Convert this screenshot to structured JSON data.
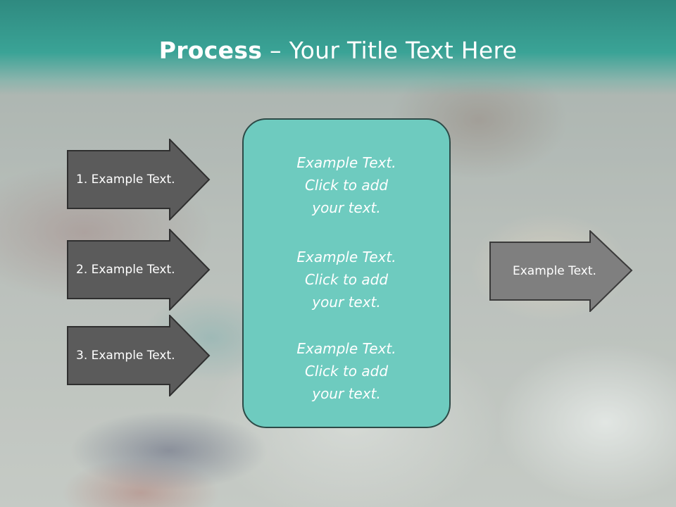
{
  "slide": {
    "title_bold": "Process",
    "title_rest": " – Your Title Text Here"
  },
  "left_arrows": [
    {
      "label": "1. Example Text."
    },
    {
      "label": "2. Example Text."
    },
    {
      "label": "3. Example Text."
    }
  ],
  "center_box": {
    "blocks": [
      {
        "line1": "Example Text.",
        "line2": "Click  to add",
        "line3": "your text."
      },
      {
        "line1": "Example Text.",
        "line2": "Click  to add",
        "line3": "your text."
      },
      {
        "line1": "Example Text.",
        "line2": "Click  to add",
        "line3": "your text."
      }
    ]
  },
  "right_arrow": {
    "label": "Example Text."
  },
  "colors": {
    "header": "#3aa396",
    "center_fill": "#6ecbbf",
    "left_arrow_fill": "#5b5b5b",
    "right_arrow_fill": "#7f7f7f"
  }
}
